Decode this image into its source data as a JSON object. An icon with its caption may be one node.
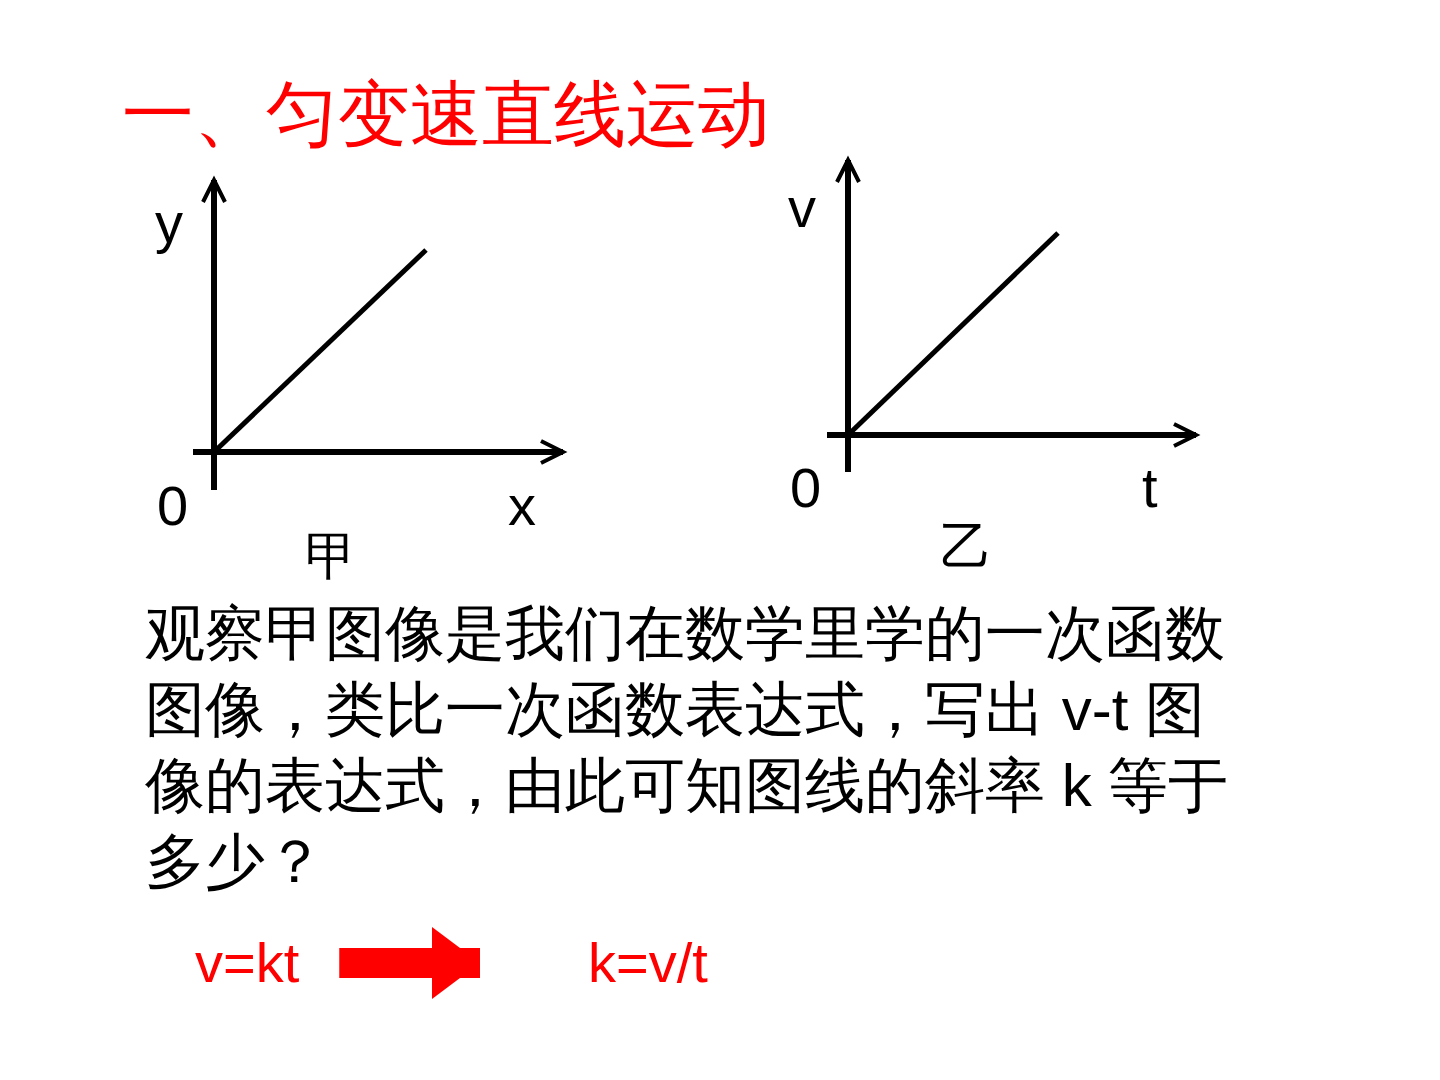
{
  "diagram": {
    "title": "一、匀变速直线运动",
    "nodes": [
      {
        "text": [
          "v=kt"
        ]
      },
      {
        "text": [
          "k=v/t"
        ]
      }
    ],
    "edges": [
      {
        "from": 0,
        "to": 1,
        "arrow": "to",
        "color": "#ff0000"
      }
    ],
    "labels": [
      "y",
      "0",
      "x",
      "甲",
      "v",
      "0",
      "t",
      "乙",
      "观察甲图像是我们在数学里学的一次函数图像，类比一次函数表达式，写出 v-t 图像的表达式，由此可知图线的斜率 k 等于多少？"
    ]
  }
}
